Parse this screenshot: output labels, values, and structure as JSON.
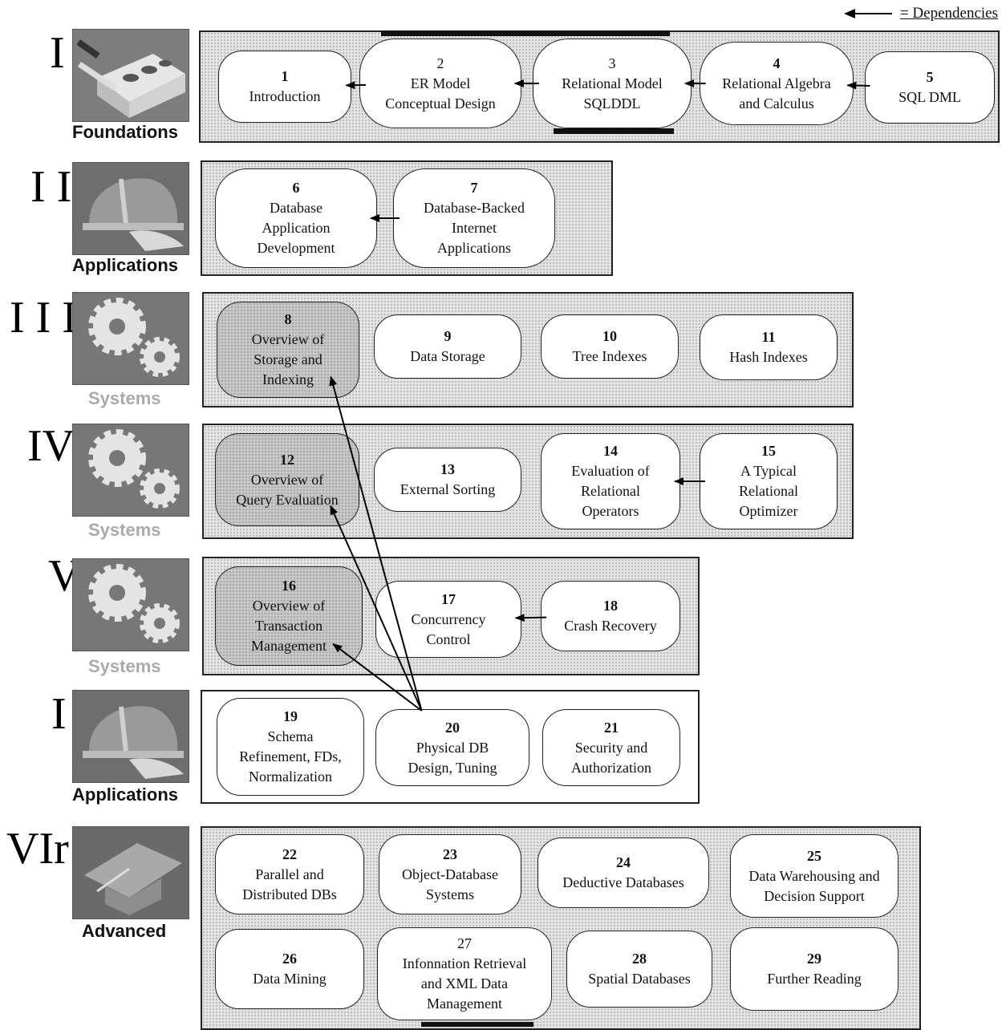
{
  "legend": {
    "label": "= Dependencies"
  },
  "parts": [
    {
      "roman": "I",
      "caption": "Foundations",
      "icon": "trowel-brick-icon"
    },
    {
      "roman": "I I",
      "caption": "Applications",
      "icon": "hardhat-gloves-icon"
    },
    {
      "roman": "I I I",
      "caption": "Systems",
      "icon": "gears-icon"
    },
    {
      "roman": "IV",
      "caption": "Systems",
      "icon": "gears-icon"
    },
    {
      "roman": "V",
      "caption": "Systems",
      "icon": "gears-icon"
    },
    {
      "roman": "I",
      "caption": "Applications",
      "icon": "hardhat-gloves-icon"
    },
    {
      "roman": "VIr",
      "caption": "Advanced",
      "icon": "graduation-cap-icon"
    }
  ],
  "chapters": {
    "c1": {
      "num": "1",
      "lines": [
        "Introduction"
      ]
    },
    "c2": {
      "num": "2",
      "lines": [
        "ER Model",
        "Conceptual Design"
      ]
    },
    "c3": {
      "num": "3",
      "lines": [
        "Relational Model",
        "SQLDDL"
      ]
    },
    "c4": {
      "num": "4",
      "lines": [
        "Relational Algebra",
        "and Calculus"
      ]
    },
    "c5": {
      "num": "5",
      "lines": [
        "SQL DML"
      ]
    },
    "c6": {
      "num": "6",
      "lines": [
        "Database",
        "Application",
        "Development"
      ]
    },
    "c7": {
      "num": "7",
      "lines": [
        "Database-Backed",
        "Internet",
        "Applications"
      ]
    },
    "c8": {
      "num": "8",
      "lines": [
        "Overview of",
        "Storage and",
        "Indexing"
      ]
    },
    "c9": {
      "num": "9",
      "lines": [
        "Data Storage"
      ]
    },
    "c10": {
      "num": "10",
      "lines": [
        "Tree Indexes"
      ]
    },
    "c11": {
      "num": "11",
      "lines": [
        "Hash Indexes"
      ]
    },
    "c12": {
      "num": "12",
      "lines": [
        "Overview of",
        "Query Evaluation"
      ]
    },
    "c13": {
      "num": "13",
      "lines": [
        "External Sorting"
      ]
    },
    "c14": {
      "num": "14",
      "lines": [
        "Evaluation of",
        "Relational",
        "Operators"
      ]
    },
    "c15": {
      "num": "15",
      "lines": [
        "A Typical",
        "Relational",
        "Optimizer"
      ]
    },
    "c16": {
      "num": "16",
      "lines": [
        "Overview of",
        "Transaction",
        "Management"
      ]
    },
    "c17": {
      "num": "17",
      "lines": [
        "Concurrency",
        "Control"
      ]
    },
    "c18": {
      "num": "18",
      "lines": [
        "Crash Recovery"
      ]
    },
    "c19": {
      "num": "19",
      "lines": [
        "Schema",
        "Refinement, FDs,",
        "Normalization"
      ]
    },
    "c20": {
      "num": "20",
      "lines": [
        "Physical DB",
        "Design, Tuning"
      ]
    },
    "c21": {
      "num": "21",
      "lines": [
        "Security and",
        "Authorization"
      ]
    },
    "c22": {
      "num": "22",
      "lines": [
        "Parallel and",
        "Distributed DBs"
      ]
    },
    "c23": {
      "num": "23",
      "lines": [
        "Object-Database",
        "Systems"
      ]
    },
    "c24": {
      "num": "24",
      "lines": [
        "Deductive Databases"
      ]
    },
    "c25": {
      "num": "25",
      "lines": [
        "Data Warehousing and",
        "Decision Support"
      ]
    },
    "c26": {
      "num": "26",
      "lines": [
        "Data Mining"
      ]
    },
    "c27": {
      "num": "27",
      "lines": [
        "Infonnation Retrieval",
        "and XML Data",
        "Management"
      ]
    },
    "c28": {
      "num": "28",
      "lines": [
        "Spatial Databases"
      ]
    },
    "c29": {
      "num": "29",
      "lines": [
        "Further Reading"
      ]
    }
  },
  "dependencies": [
    [
      "c2",
      "c1"
    ],
    [
      "c3",
      "c2"
    ],
    [
      "c4",
      "c3"
    ],
    [
      "c5",
      "c4"
    ],
    [
      "c7",
      "c6"
    ],
    [
      "c15",
      "c14"
    ],
    [
      "c18",
      "c17"
    ],
    [
      "c20",
      "c8"
    ],
    [
      "c20",
      "c12"
    ],
    [
      "c20",
      "c16"
    ]
  ],
  "colors": {
    "panel": "#e2e2e2",
    "shaded_node": "#c7c7c7",
    "line": "#000000"
  }
}
